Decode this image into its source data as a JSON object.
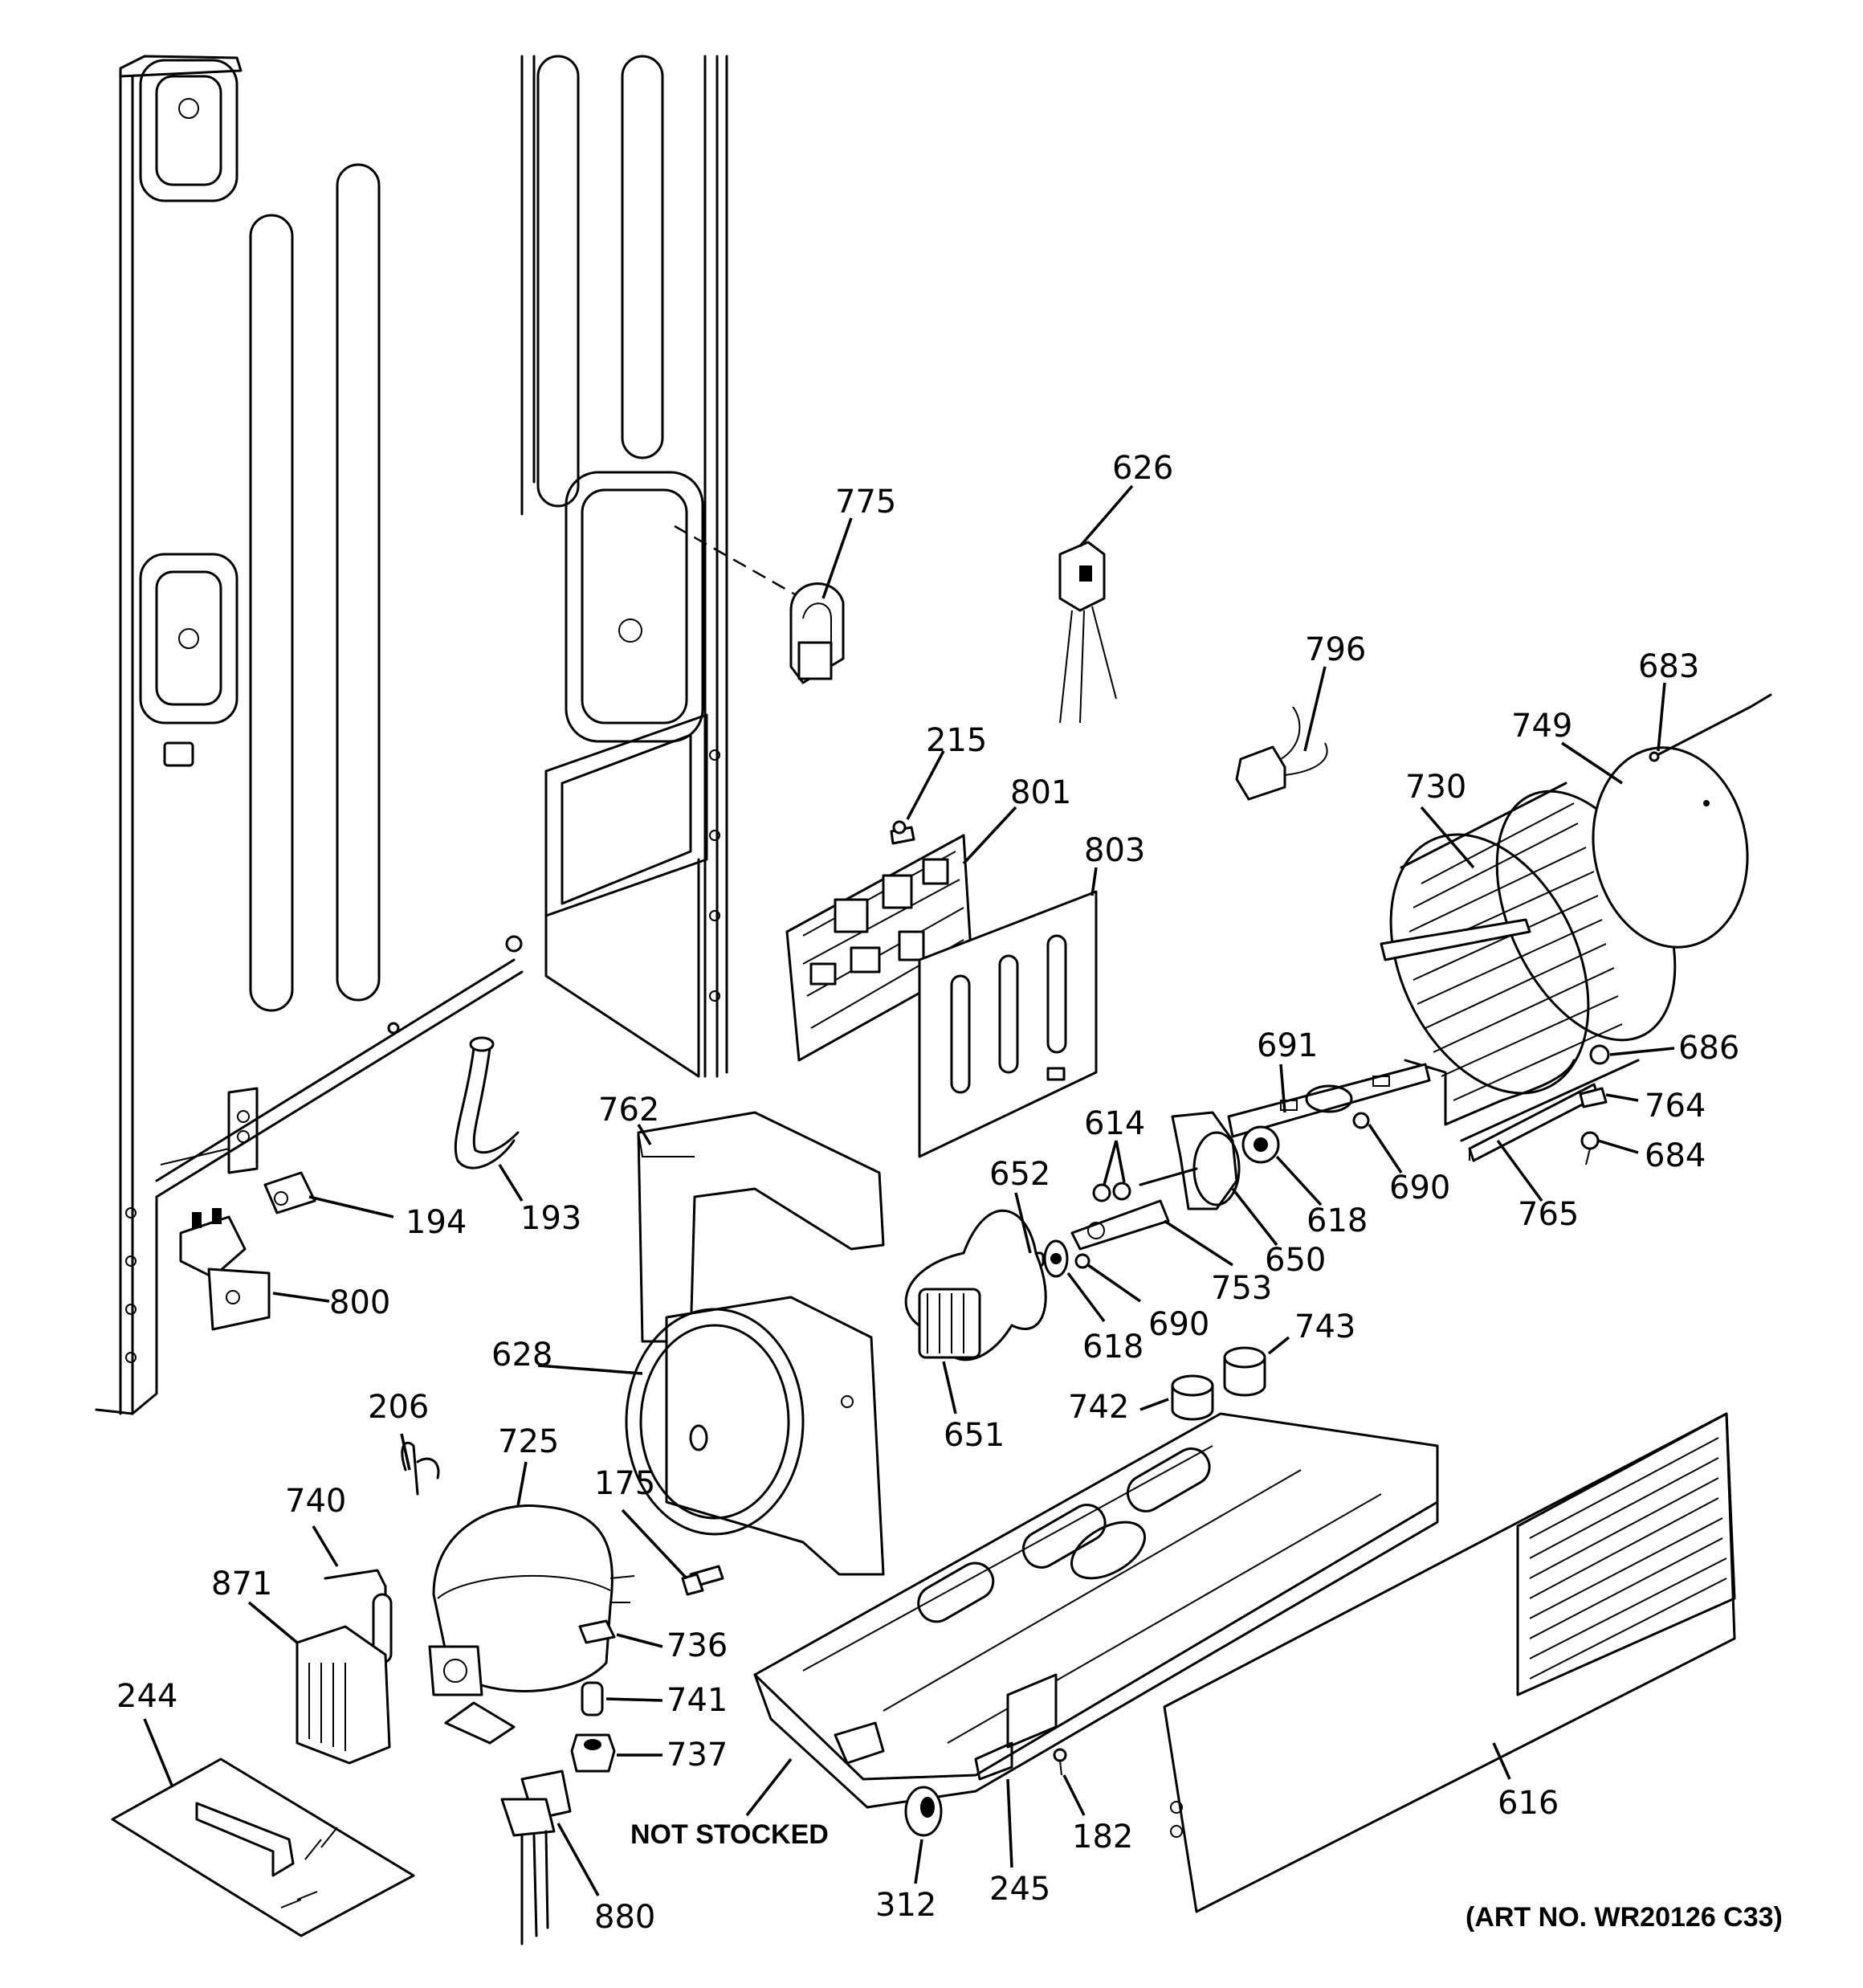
{
  "callouts": [
    {
      "id": "775",
      "label": "775"
    },
    {
      "id": "626",
      "label": "626"
    },
    {
      "id": "796",
      "label": "796"
    },
    {
      "id": "683",
      "label": "683"
    },
    {
      "id": "749",
      "label": "749"
    },
    {
      "id": "730",
      "label": "730"
    },
    {
      "id": "215",
      "label": "215"
    },
    {
      "id": "801",
      "label": "801"
    },
    {
      "id": "803",
      "label": "803"
    },
    {
      "id": "691",
      "label": "691"
    },
    {
      "id": "686",
      "label": "686"
    },
    {
      "id": "764",
      "label": "764"
    },
    {
      "id": "684",
      "label": "684"
    },
    {
      "id": "765",
      "label": "765"
    },
    {
      "id": "690a",
      "label": "690"
    },
    {
      "id": "618a",
      "label": "618"
    },
    {
      "id": "614",
      "label": "614"
    },
    {
      "id": "650",
      "label": "650"
    },
    {
      "id": "753",
      "label": "753"
    },
    {
      "id": "652",
      "label": "652"
    },
    {
      "id": "690b",
      "label": "690"
    },
    {
      "id": "618b",
      "label": "618"
    },
    {
      "id": "762",
      "label": "762"
    },
    {
      "id": "194",
      "label": "194"
    },
    {
      "id": "193",
      "label": "193"
    },
    {
      "id": "800",
      "label": "800"
    },
    {
      "id": "628",
      "label": "628"
    },
    {
      "id": "651",
      "label": "651"
    },
    {
      "id": "743",
      "label": "743"
    },
    {
      "id": "742",
      "label": "742"
    },
    {
      "id": "206",
      "label": "206"
    },
    {
      "id": "725",
      "label": "725"
    },
    {
      "id": "740",
      "label": "740"
    },
    {
      "id": "175",
      "label": "175"
    },
    {
      "id": "871",
      "label": "871"
    },
    {
      "id": "736",
      "label": "736"
    },
    {
      "id": "741",
      "label": "741"
    },
    {
      "id": "737",
      "label": "737"
    },
    {
      "id": "244",
      "label": "244"
    },
    {
      "id": "880",
      "label": "880"
    },
    {
      "id": "312",
      "label": "312"
    },
    {
      "id": "245",
      "label": "245"
    },
    {
      "id": "182",
      "label": "182"
    },
    {
      "id": "616",
      "label": "616"
    }
  ],
  "notes": {
    "not_stocked": "NOT STOCKED",
    "art_number": "(ART NO. WR20126 C33)"
  }
}
